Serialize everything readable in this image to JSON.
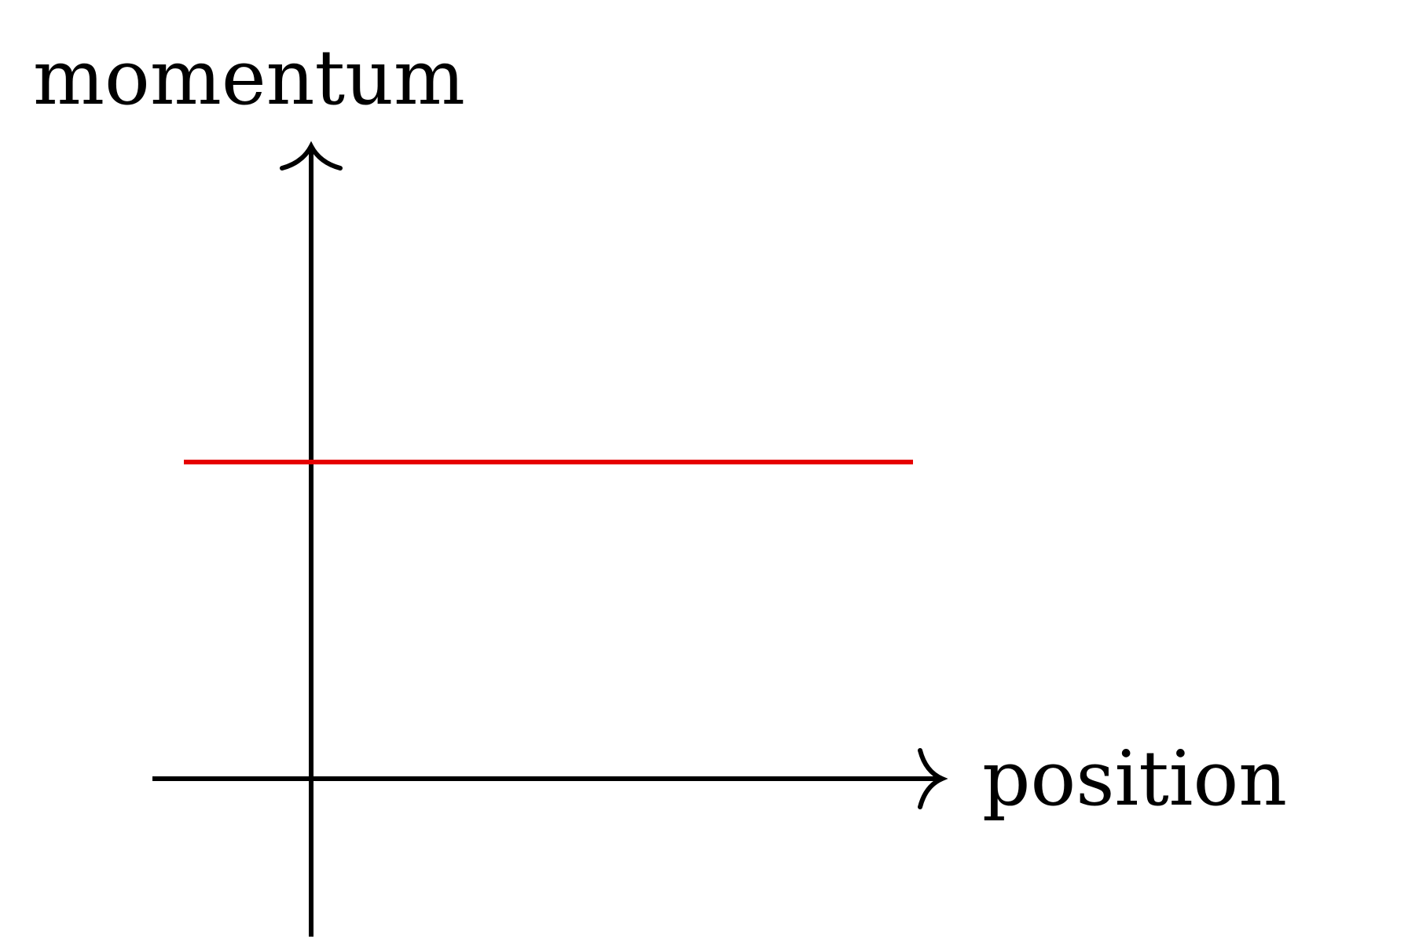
{
  "labels": {
    "y_axis": "momentum",
    "x_axis": "position"
  },
  "colors": {
    "axes": "#000000",
    "trajectory": "#e60000",
    "background": "#ffffff"
  },
  "figure": {
    "type": "phase-space diagram",
    "trajectory_shape": "horizontal line (constant momentum)"
  }
}
